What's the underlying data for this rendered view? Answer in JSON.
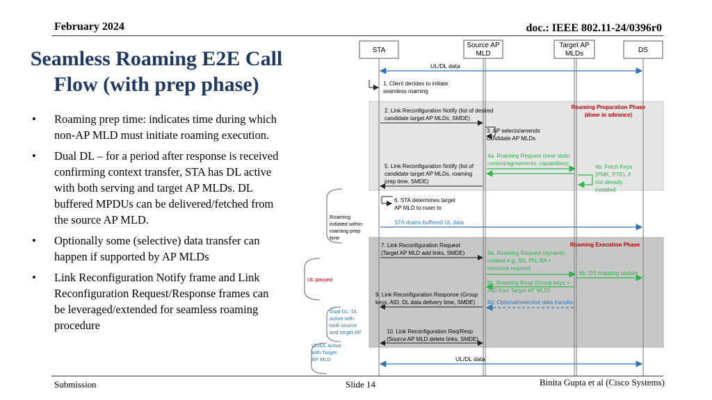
{
  "header": {
    "date": "February 2024",
    "doc": "doc.: IEEE 802.11-24/0396r0"
  },
  "title": "Seamless Roaming E2E Call Flow (with prep phase)",
  "bullets": [
    "Roaming prep time: indicates time during which non-AP MLD must initiate roaming execution.",
    "Dual DL – for a period after response is received confirming context transfer, STA has DL active with both serving and target AP MLDs. DL buffered MPDUs can be delivered/fetched from the source AP MLD.",
    "Optionally some (selective) data transfer can happen if supported by AP MLDs",
    "Link Reconfiguration Notify frame and Link Reconfiguration Request/Response frames can be leveraged/extended for seamless roaming procedure"
  ],
  "footer": {
    "left": "Submission",
    "center": "Slide 14",
    "right": "Binita Gupta et al (Cisco Systems)"
  },
  "diagram": {
    "entities": {
      "sta": "STA",
      "source_1": "Source AP",
      "source_2": "MLD",
      "target_1": "Target AP",
      "target_2": "MLDs",
      "ds": "DS"
    },
    "phases": {
      "prep_1": "Roaming Preparation Phase",
      "prep_2": "(done in advance)",
      "exec": "Roaming Execution Phase"
    },
    "messages": {
      "uldl_top": "UL/DL data",
      "m1_1": "1. Client decides to initiate",
      "m1_2": "seamless roaming",
      "m2_1": "2. Link Reconfiguration Notify (list of desired",
      "m2_2": "candidate target AP MLDs, SMDE)",
      "m3_1": "3. AP selects/amends",
      "m3_2": "candidate AP MLDs",
      "m4a_1": "4a. Roaming Request (near static",
      "m4a_2": "context/agreements, capabilities)",
      "m4b_1": "4b. Fetch Keys",
      "m4b_2": "(PMK, PTK), if",
      "m4b_3": "not already",
      "m4b_4": "installed",
      "m5_1": "5. Link Reconfiguration Notify (list of",
      "m5_2": "candidate target AP MLDs,  roaming",
      "m5_3": "prep time, SMDE)",
      "m6_1": "6. STA determines target",
      "m6_2": "AP MLD to roam to",
      "drain": "STA drains buffered UL data",
      "m7_1": "7. Link Reconfiguration Request",
      "m7_2": "(Target AP MLD add links, SMDE)",
      "m8a_1": "8a. Roaming Request (dynamic",
      "m8a_2": "context e.g. SN, PN, BA +",
      "m8a_3": "resource request)",
      "m8b": "8b. DS mapping update",
      "m8c_1": "8c. Roaming Resp (Group keys +",
      "m8c_2": "AID from Target AP MLD)",
      "m9_1": "9. Link Reconfiguration Response (Group",
      "m9_2": "keys, AID, DL data delivery time, SMDE)",
      "m8d": "8d. Optional/selective data transfer",
      "m10_1": "10. Link Reconfiguration Req/Resp",
      "m10_2": "(Source AP MLD delete links, SMDE)",
      "uldl_bottom": "UL/DL data"
    },
    "side_notes": {
      "roaming_1": "Roaming",
      "roaming_2": "initiated within",
      "roaming_3": "roaming prep",
      "roaming_4": "time",
      "ul_paused": "UL paused",
      "dual_1": "Dual DL: DL",
      "dual_2": "active with",
      "dual_3": "both source",
      "dual_4": "and target AP",
      "uldl_1": "UL/DL active",
      "uldl_2": "with Target",
      "uldl_3": "AP MLD"
    },
    "colors": {
      "blue": "#2e75b6",
      "green": "#2eb34a",
      "red": "#c00000",
      "prep_bg": "#e6e6e6",
      "exec_bg": "#c8c8c8"
    }
  }
}
